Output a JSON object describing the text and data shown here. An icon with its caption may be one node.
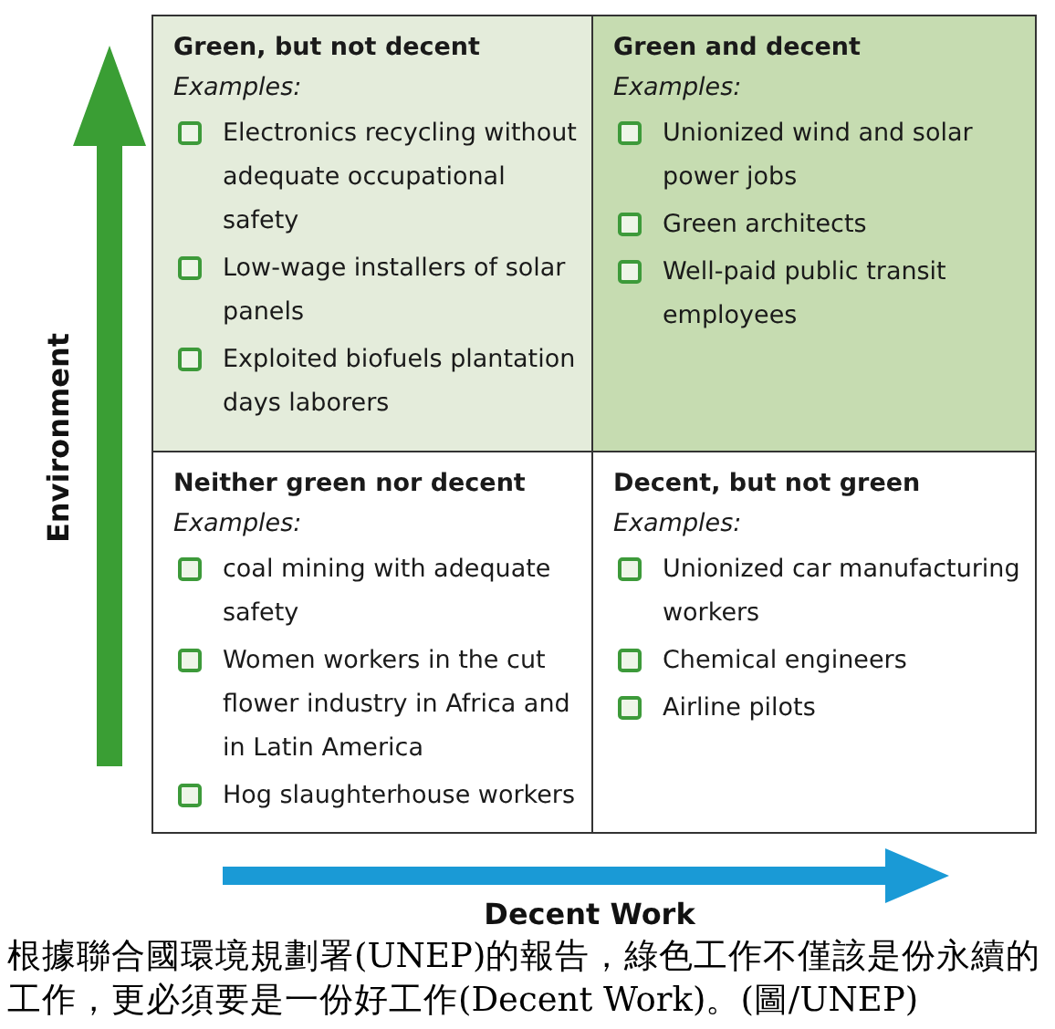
{
  "diagram": {
    "caption": "根據聯合國環境規劃署(UNEP)的報告，綠色工作不僅該是份永續的工作，更必須要是一份好工作(Decent Work)。(圖/UNEP)",
    "nodes": [
      {
        "text": [
          "Green, but not decent",
          "Examples:",
          "Electronics recycling without adequate occupational safety",
          "Low-wage installers of solar panels",
          "Exploited biofuels plantation days laborers"
        ]
      },
      {
        "text": [
          "Green and decent",
          "Examples:",
          "Unionized wind and solar power jobs",
          "Green architects",
          "Well-paid public transit employees"
        ]
      },
      {
        "text": [
          "Neither green nor decent",
          "Examples:",
          "coal mining with adequate safety",
          "Women workers in the cut flower industry in Africa and in Latin America",
          "Hog slaughterhouse workers"
        ]
      },
      {
        "text": [
          "Decent, but not green",
          "Examples:",
          "Unionized car manufacturing workers",
          "Chemical engineers",
          "Airline pilots"
        ]
      }
    ],
    "labels": [
      "Environment",
      "Decent Work"
    ]
  }
}
